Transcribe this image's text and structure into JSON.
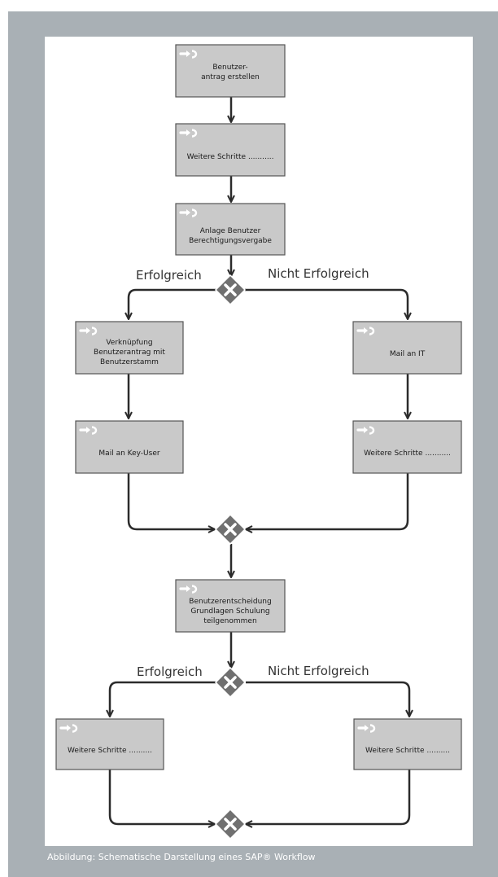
{
  "caption": "Abbildung: Schematische Darstellung eines SAP® Workflow",
  "colors": {
    "frame": "#a9b0b5",
    "panel": "#ffffff",
    "node_fill": "#c9c9c9",
    "node_border": "#555555",
    "gateway": "#707070",
    "connector": "#2b2b2b"
  },
  "icons": {
    "task": "arrow-loop-icon",
    "gateway": "x-gateway-icon"
  },
  "nodes": {
    "benutzerantrag": {
      "lines": [
        "Benutzer-",
        "antrag erstellen"
      ]
    },
    "weitere1": {
      "lines": [
        "Weitere Schritte ..........."
      ]
    },
    "anlage": {
      "lines": [
        "Anlage Benutzer",
        "Berechtigungsvergabe"
      ]
    },
    "verknuepfung": {
      "lines": [
        "Verknüpfung",
        "Benutzerantrag mit",
        "Benutzerstamm"
      ]
    },
    "mail_it": {
      "lines": [
        "Mail an IT"
      ]
    },
    "mail_key_user": {
      "lines": [
        "Mail an Key-User"
      ]
    },
    "weitere2": {
      "lines": [
        "Weitere Schritte ..........."
      ]
    },
    "entscheidung": {
      "lines": [
        "Benutzerentscheidung",
        "Grundlagen Schulung",
        "teilgenommen"
      ]
    },
    "weitere3": {
      "lines": [
        "Weitere Schritte .........."
      ]
    },
    "weitere4": {
      "lines": [
        "Weitere Schritte .........."
      ]
    }
  },
  "branch_labels": {
    "g1_success": "Erfolgreich",
    "g1_fail": "Nicht Erfolgreich",
    "g3_success": "Erfolgreich",
    "g3_fail": "Nicht Erfolgreich"
  }
}
